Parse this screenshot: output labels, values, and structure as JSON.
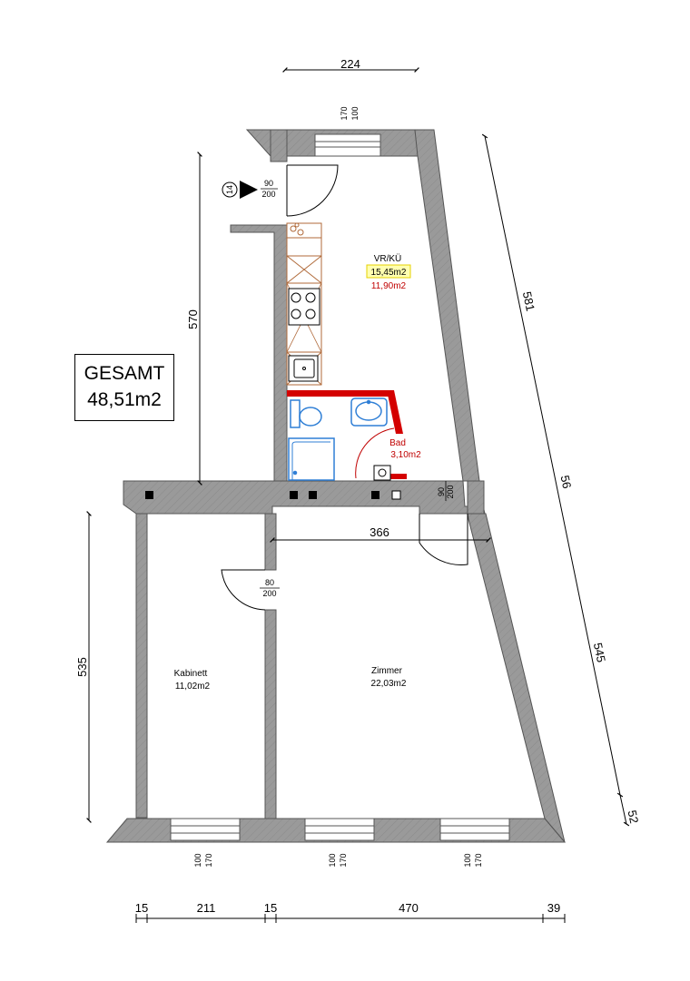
{
  "total": {
    "label": "GESAMT",
    "area": "48,51m2"
  },
  "rooms": {
    "vrku": {
      "name": "VR/KÜ",
      "area": "15,45m2",
      "area2": "11,90m2"
    },
    "bad": {
      "name": "Bad",
      "area": "3,10m2"
    },
    "kabinett": {
      "name": "Kabinett",
      "area": "11,02m2"
    },
    "zimmer": {
      "name": "Zimmer",
      "area": "22,03m2"
    }
  },
  "entrance": {
    "number": "14",
    "door_w": "90",
    "door_h": "200"
  },
  "doors": {
    "bad_corridor": {
      "w": "90",
      "h": "200"
    },
    "kabinett": {
      "w": "80",
      "h": "200"
    }
  },
  "windows": {
    "top": {
      "w": "100",
      "h": "170"
    },
    "bottom": [
      {
        "w": "100",
        "h": "170"
      },
      {
        "w": "100",
        "h": "170"
      },
      {
        "w": "100",
        "h": "170"
      }
    ]
  },
  "dimensions": {
    "top_width": "224",
    "left_upper": "570",
    "left_lower": "535",
    "right_1": "581",
    "right_2": "56",
    "right_3": "545",
    "right_4": "52",
    "zimmer_width": "366",
    "bottom": [
      "15",
      "211",
      "15",
      "470",
      "39"
    ]
  },
  "colors": {
    "wall": "#9a9a9a",
    "red": "#d40000",
    "blue": "#2f7fd6",
    "furniture": "#b06a3a"
  }
}
